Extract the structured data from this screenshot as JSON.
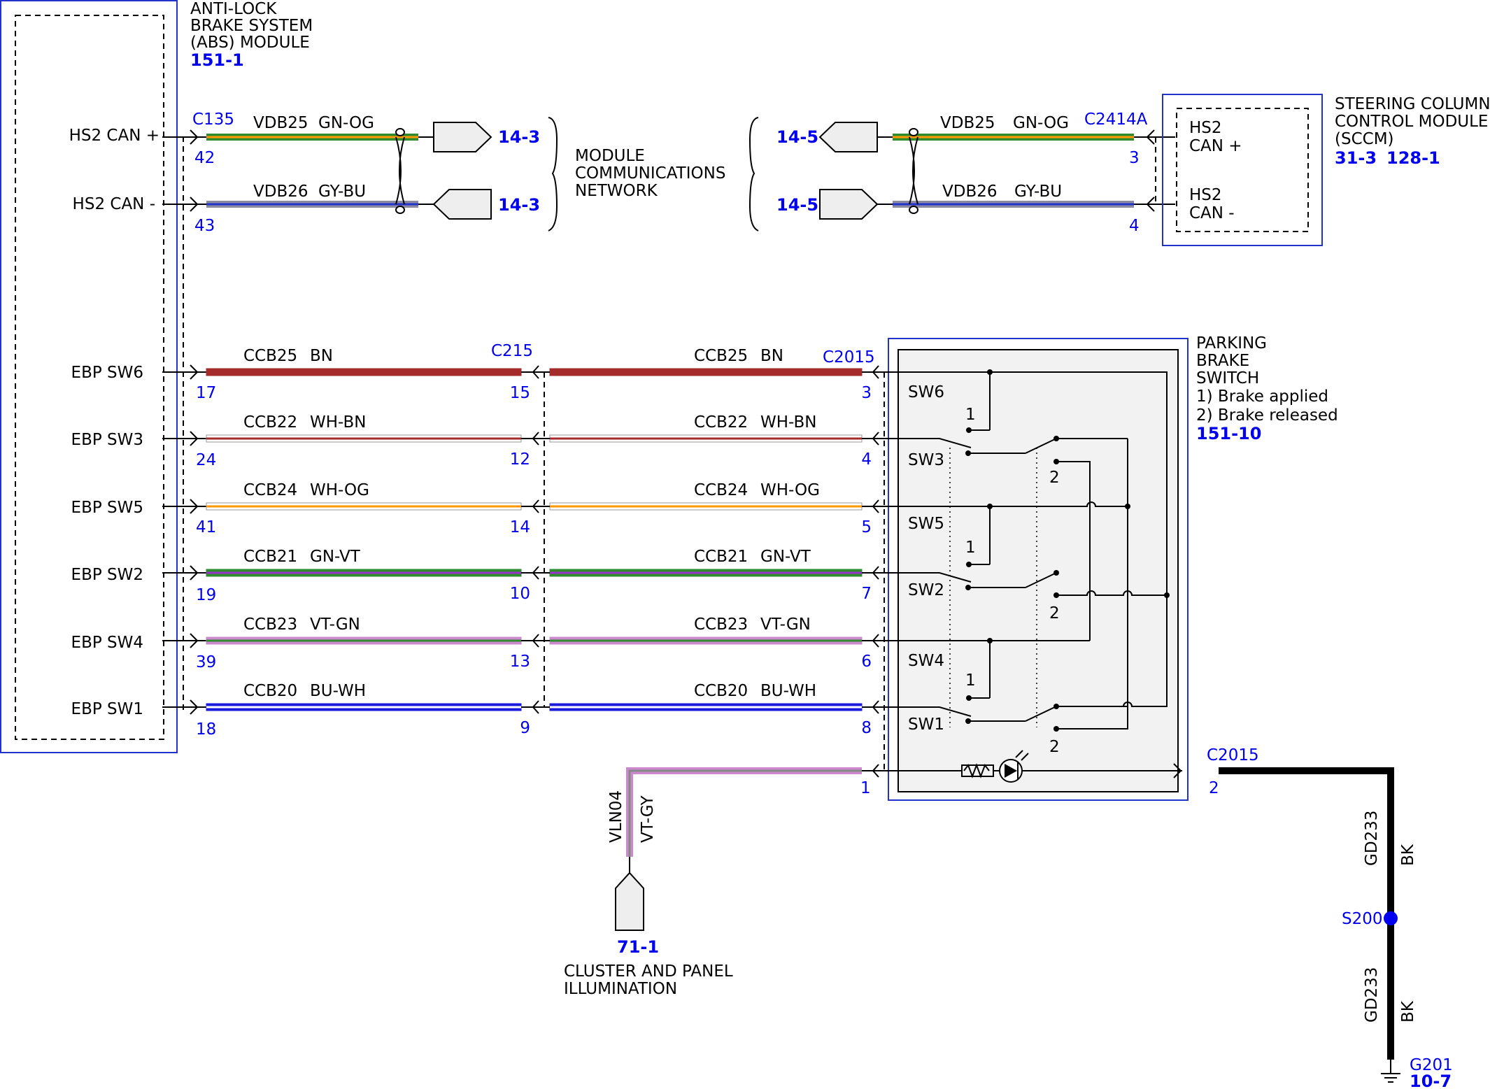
{
  "abs_module": {
    "title_line1": "ANTI-LOCK",
    "title_line2": "BRAKE SYSTEM",
    "title_line3": "(ABS) MODULE",
    "ref": "151-1",
    "connector": "C135",
    "pins": [
      {
        "label": "HS2 CAN +",
        "pin": "42"
      },
      {
        "label": "HS2 CAN -",
        "pin": "43"
      },
      {
        "label": "EBP SW6",
        "pin": "17"
      },
      {
        "label": "EBP SW3",
        "pin": "24"
      },
      {
        "label": "EBP SW5",
        "pin": "41"
      },
      {
        "label": "EBP SW2",
        "pin": "19"
      },
      {
        "label": "EBP SW4",
        "pin": "39"
      },
      {
        "label": "EBP SW1",
        "pin": "18"
      }
    ]
  },
  "network": {
    "line1": "MODULE",
    "line2": "COMMUNICATIONS",
    "line3": "NETWORK",
    "left_ref_top": "14-3",
    "left_ref_bottom": "14-3",
    "right_ref_top": "14-5",
    "right_ref_bottom": "14-5"
  },
  "can_wires": [
    {
      "circuit": "VDB25",
      "color": "GN-OG",
      "main": "#2e8b2e",
      "stripe": "#ff9900"
    },
    {
      "circuit": "VDB26",
      "color": "GY-BU",
      "main": "#8a8aa0",
      "stripe": "#2233cc"
    }
  ],
  "sccm": {
    "title_line1": "STEERING COLUMN",
    "title_line2": "CONTROL MODULE",
    "title_line3": "(SCCM)",
    "ref1": "31-3",
    "ref2": "128-1",
    "connector": "C2414A",
    "pin_plus": "3",
    "pin_minus": "4",
    "label_plus_1": "HS2",
    "label_plus_2": "CAN +",
    "label_minus_1": "HS2",
    "label_minus_2": "CAN -"
  },
  "inline_connector": "C215",
  "switch_connector": "C2015",
  "switch_wires": [
    {
      "circuit": "CCB25",
      "color": "BN",
      "abs_pin": "17",
      "inline_pin": "15",
      "switch_pin": "3",
      "main": "#a52a2a",
      "stripe": "#a52a2a"
    },
    {
      "circuit": "CCB22",
      "color": "WH-BN",
      "abs_pin": "24",
      "inline_pin": "12",
      "switch_pin": "4",
      "main": "#ffffff",
      "stripe": "#a52a2a"
    },
    {
      "circuit": "CCB24",
      "color": "WH-OG",
      "abs_pin": "41",
      "inline_pin": "14",
      "switch_pin": "5",
      "main": "#ffffff",
      "stripe": "#ff9900"
    },
    {
      "circuit": "CCB21",
      "color": "GN-VT",
      "abs_pin": "19",
      "inline_pin": "10",
      "switch_pin": "7",
      "main": "#2e8b2e",
      "stripe": "#9933cc"
    },
    {
      "circuit": "CCB23",
      "color": "VT-GN",
      "abs_pin": "39",
      "inline_pin": "13",
      "switch_pin": "6",
      "main": "#cc88cc",
      "stripe": "#2e8b2e"
    },
    {
      "circuit": "CCB20",
      "color": "BU-WH",
      "abs_pin": "18",
      "inline_pin": "9",
      "switch_pin": "8",
      "main": "#1a1add",
      "stripe": "#ffffff"
    }
  ],
  "parking_brake_switch": {
    "title_line1": "PARKING",
    "title_line2": "BRAKE",
    "title_line3": "SWITCH",
    "note1": "1) Brake applied",
    "note2": "2) Brake released",
    "ref": "151-10",
    "switch_labels": [
      "SW6",
      "SW3",
      "SW5",
      "SW2",
      "SW4",
      "SW1"
    ],
    "pos1": "1",
    "pos2": "2",
    "illum_pin": "1",
    "ground_pin": "2"
  },
  "illumination": {
    "circuit": "VLN04",
    "color": "VT-GY",
    "ref": "71-1",
    "line1": "CLUSTER AND PANEL",
    "line2": "ILLUMINATION"
  },
  "ground": {
    "circuit": "GD233",
    "color": "BK",
    "splice": "S200",
    "ground_point": "G201",
    "ground_ref": "10-7"
  }
}
